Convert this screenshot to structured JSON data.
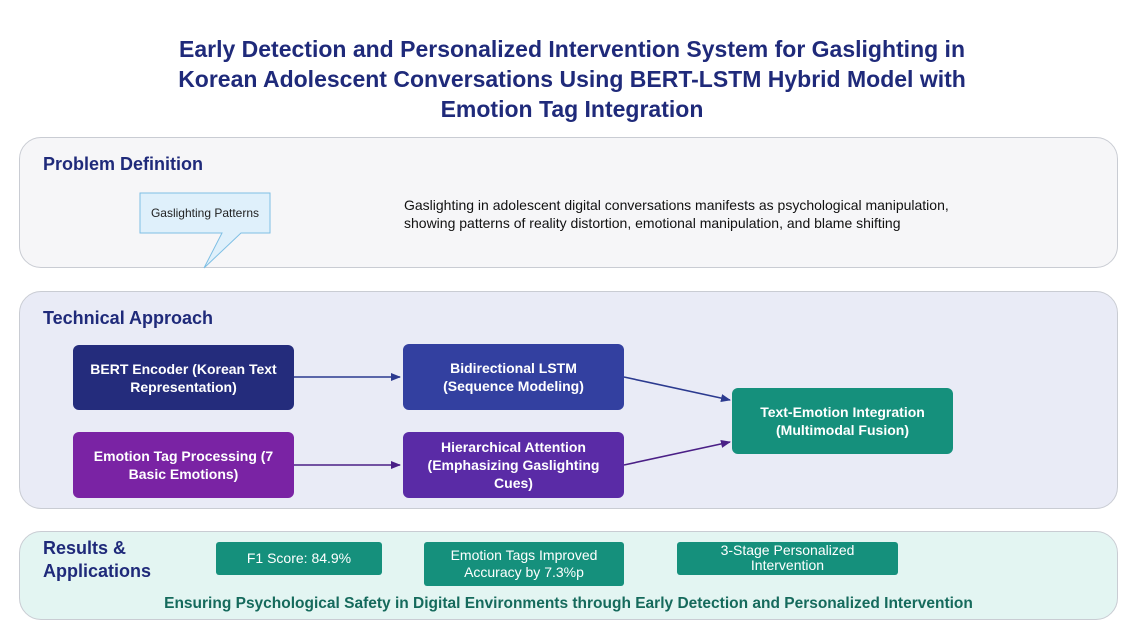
{
  "title": {
    "line1": "Early Detection and Personalized Intervention System for Gaslighting in",
    "line2": "Korean Adolescent Conversations Using BERT-LSTM Hybrid Model with",
    "line3": "Emotion Tag Integration"
  },
  "problem": {
    "heading": "Problem Definition",
    "callout": "Gaslighting Patterns",
    "text_line1": "Gaslighting in adolescent digital conversations manifests as psychological manipulation,",
    "text_line2": "showing patterns of reality distortion, emotional manipulation, and blame shifting"
  },
  "approach": {
    "heading": "Technical Approach",
    "nodes": {
      "bert": {
        "line1": "BERT Encoder (Korean Text",
        "line2": "Representation)"
      },
      "emotion": {
        "line1": "Emotion Tag Processing (7",
        "line2": "Basic Emotions)"
      },
      "lstm": {
        "line1": "Bidirectional LSTM",
        "line2": "(Sequence Modeling)"
      },
      "attention": {
        "line1": "Hierarchical Attention",
        "line2": "(Emphasizing Gaslighting",
        "line3": "Cues)"
      },
      "fusion": {
        "line1": "Text-Emotion Integration",
        "line2": "(Multimodal Fusion)"
      }
    },
    "edges": [
      [
        "bert",
        "lstm"
      ],
      [
        "emotion",
        "attention"
      ],
      [
        "lstm",
        "fusion"
      ],
      [
        "attention",
        "fusion"
      ]
    ]
  },
  "results": {
    "heading_line1": "Results &",
    "heading_line2": "Applications",
    "f1": "F1 Score: 84.9%",
    "emotion_line1": "Emotion Tags Improved",
    "emotion_line2": "Accuracy by 7.3%p",
    "intervention_line1": "3-Stage Personalized",
    "intervention_line2": "Intervention",
    "tagline": "Ensuring Psychological Safety in Digital Environments through Early Detection and Personalized Intervention"
  },
  "colors": {
    "title": "#1f2a7a",
    "navy": "#242c7c",
    "blue": "#3340a0",
    "purple": "#7a23a4",
    "violet": "#5a2ba6",
    "teal": "#15907c",
    "edge_blue": "#2b3a8f",
    "edge_purple": "#4a1f86"
  }
}
